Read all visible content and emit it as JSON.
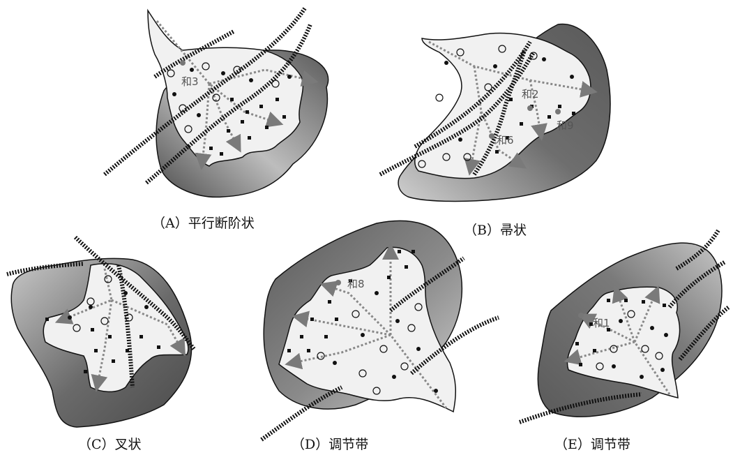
{
  "captions": {
    "a": "（A）平行断阶状",
    "b": "（B）帚状",
    "c": "（C）叉状",
    "d": "（D）调节带",
    "e": "（E）调节带"
  },
  "wells": {
    "a": "和3",
    "b1": "和2",
    "b2": "和9",
    "b3": "和6",
    "d": "和8",
    "e": "和1"
  },
  "colors": {
    "outer_fill": "#6e6e6e",
    "inner_fill": "#f1f1f1",
    "gradient_light": "#c4c4c4",
    "flow_arrow": "#7a7a7a",
    "outline": "#111111"
  },
  "icons": [
    "fault-line-icon",
    "flow-arrow-icon",
    "square-dot-icon",
    "filled-dot-icon",
    "open-circle-icon",
    "well-icon"
  ]
}
